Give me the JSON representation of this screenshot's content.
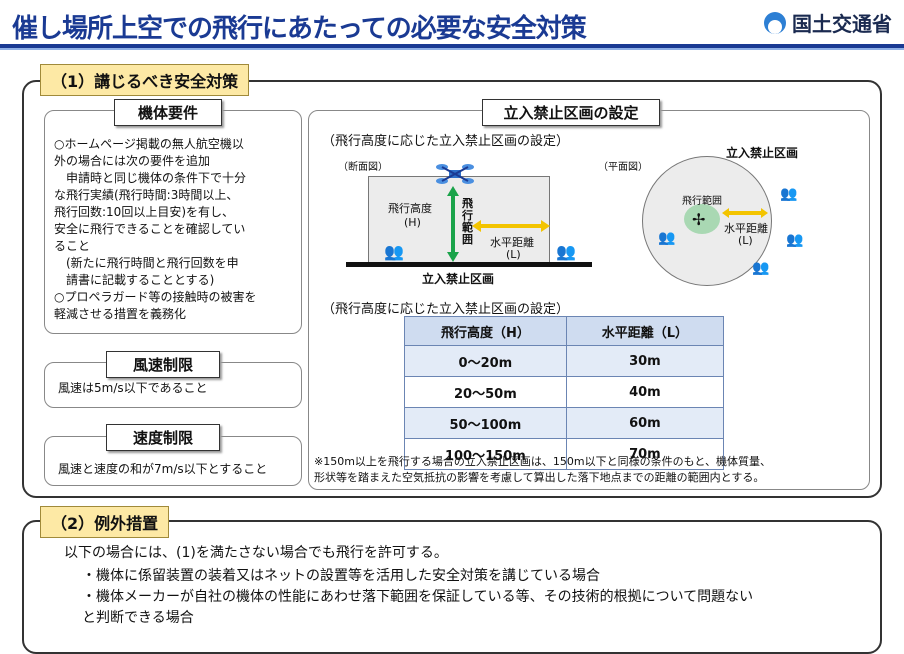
{
  "header": {
    "title": "催し場所上空での飛行にあたっての必要な安全対策",
    "ministry": "国土交通省"
  },
  "section1": {
    "tag": "（1）講じるべき安全対策",
    "machine": {
      "label": "機体要件",
      "lines": [
        "○ホームページ掲載の無人航空機以",
        "外の場合には次の要件を追加",
        "　申請時と同じ機体の条件下で十分",
        "な飛行実績(飛行時間:3時間以上、",
        "飛行回数:10回以上目安)を有し、",
        "安全に飛行できることを確認してい",
        "ること",
        "　(新たに飛行時間と飛行回数を申",
        "　請書に記載することとする)",
        "○プロペラガード等の接触時の被害を",
        "軽減させる措置を義務化"
      ]
    },
    "wind": {
      "label": "風速制限",
      "text": "風速は5m/s以下であること"
    },
    "speed": {
      "label": "速度制限",
      "text": "風速と速度の和が7m/s以下とすること"
    },
    "zone": {
      "label": "立入禁止区画の設定",
      "subtitle1": "（飛行高度に応じた立入禁止区画の設定）",
      "section_view": "（断面図）",
      "plan_view": "（平面図）",
      "plan_zone_label": "立入禁止区画",
      "flight_height": "飛行高度",
      "flight_height_h": "(H)",
      "flight_range": "飛行範囲",
      "horizontal_distance": "水平距離",
      "horizontal_distance_l": "(L)",
      "ground_zone_label": "立入禁止区画",
      "plan_flight_range": "飛行範囲",
      "plan_horizontal_distance": "水平距離",
      "plan_l": "(L)",
      "subtitle2": "（飛行高度に応じた立入禁止区画の設定）",
      "table": {
        "headers": [
          "飛行高度（H）",
          "水平距離（L）"
        ],
        "rows": [
          [
            "0～20m",
            "30m"
          ],
          [
            "20～50m",
            "40m"
          ],
          [
            "50～100m",
            "60m"
          ],
          [
            "100～150m",
            "70m"
          ]
        ]
      },
      "note_lines": [
        "※150m以上を飛行する場合の立入禁止区画は、150m以下と同様の条件のもと、機体質量、",
        "形状等を踏まえた空気抵抗の影響を考慮して算出した落下地点までの距離の範囲内とする。"
      ]
    }
  },
  "section2": {
    "tag": "（2）例外措置",
    "intro": "以下の場合には、(1)を満たさない場合でも飛行を許可する。",
    "items": [
      "・機体に係留装置の装着又はネットの設置等を活用した安全対策を講じている場合",
      "・機体メーカーが自社の機体の性能にあわせ落下範囲を保証している等、その技術的根拠について問題ない",
      "と判断できる場合"
    ]
  },
  "colors": {
    "title": "#1a3a93",
    "tag_fill": "#fde9a5",
    "arrow_green": "#1aa34a",
    "arrow_yellow": "#f3c400",
    "people_red": "#d42020"
  }
}
